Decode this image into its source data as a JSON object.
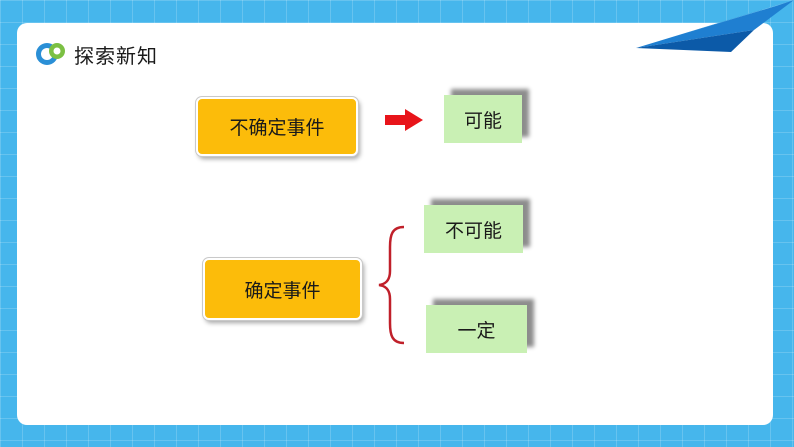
{
  "slide": {
    "title": "探索新知",
    "concepts": {
      "uncertain_event": "不确定事件",
      "possible": "可能",
      "certain_event": "确定事件",
      "impossible": "不可能",
      "certain": "一定"
    }
  },
  "colors": {
    "background": "#46b6ec",
    "event_box": "#fcbc0a",
    "outcome_box": "#c9f0b4",
    "arrow": "#e8141a",
    "brace": "#c0202a"
  },
  "icons": {
    "logo": "brand-logo-icon",
    "arrow": "right-arrow-icon",
    "brace": "curly-brace-icon",
    "decoration": "paper-plane-icon"
  }
}
